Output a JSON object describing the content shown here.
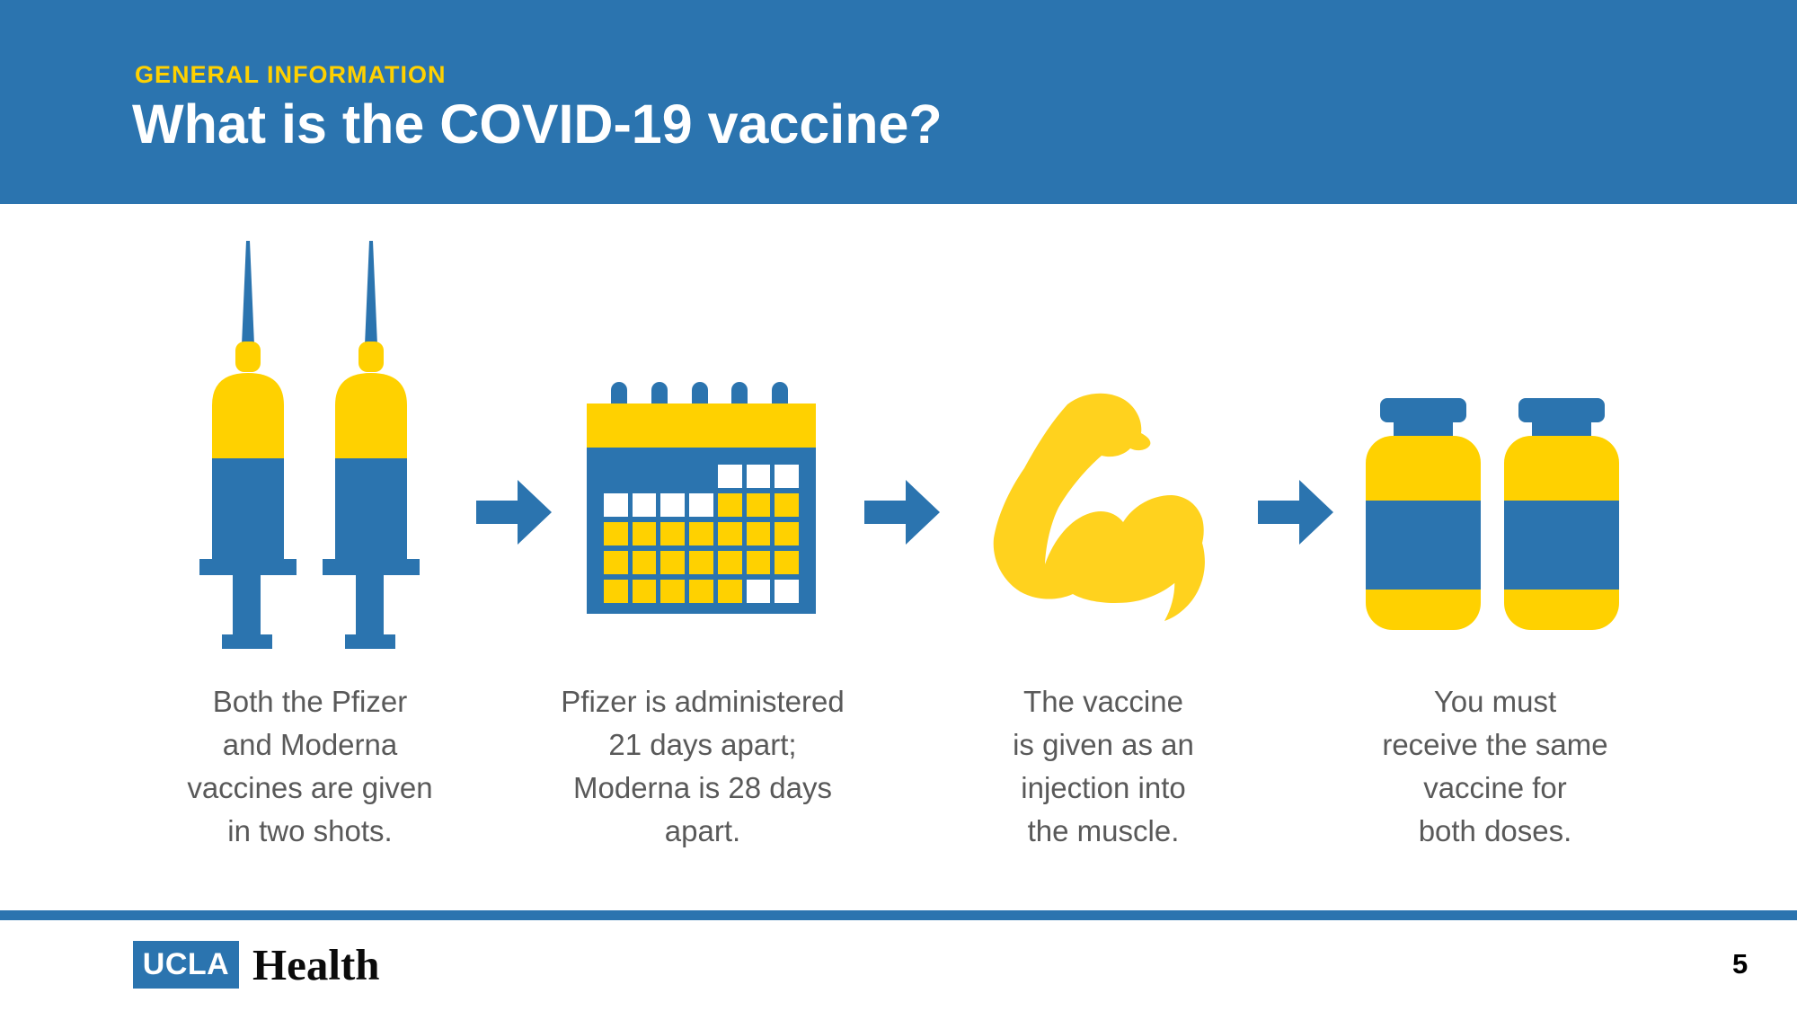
{
  "slide": {
    "kicker": "GENERAL INFORMATION",
    "title": "What is the COVID-19 vaccine?",
    "page_number": "5"
  },
  "steps": [
    {
      "icon": "double-syringe",
      "caption": "Both the Pfizer\nand Moderna\nvaccines are given\nin two shots."
    },
    {
      "icon": "calendar",
      "caption": "Pfizer is administered\n21 days apart;\nModerna is 28 days\napart."
    },
    {
      "icon": "flexed-arm",
      "caption": "The vaccine\nis given as an\ninjection into\nthe muscle."
    },
    {
      "icon": "two-vials",
      "caption": "You must\nreceive the same\nvaccine for\nboth doses."
    }
  ],
  "calendar": {
    "rings": 5,
    "grid": [
      "BBBBWWW",
      "WWWWYYY",
      "YYYYYYY",
      "YYYYYYY",
      "YYYYYWW"
    ]
  },
  "footer": {
    "logo_box": "UCLA",
    "logo_wordmark": "Health"
  },
  "colors": {
    "brand_blue": "#2B74AF",
    "brand_gold": "#FFD100",
    "muscle_gold": "#FFD21E",
    "caption_gray": "#595959"
  }
}
